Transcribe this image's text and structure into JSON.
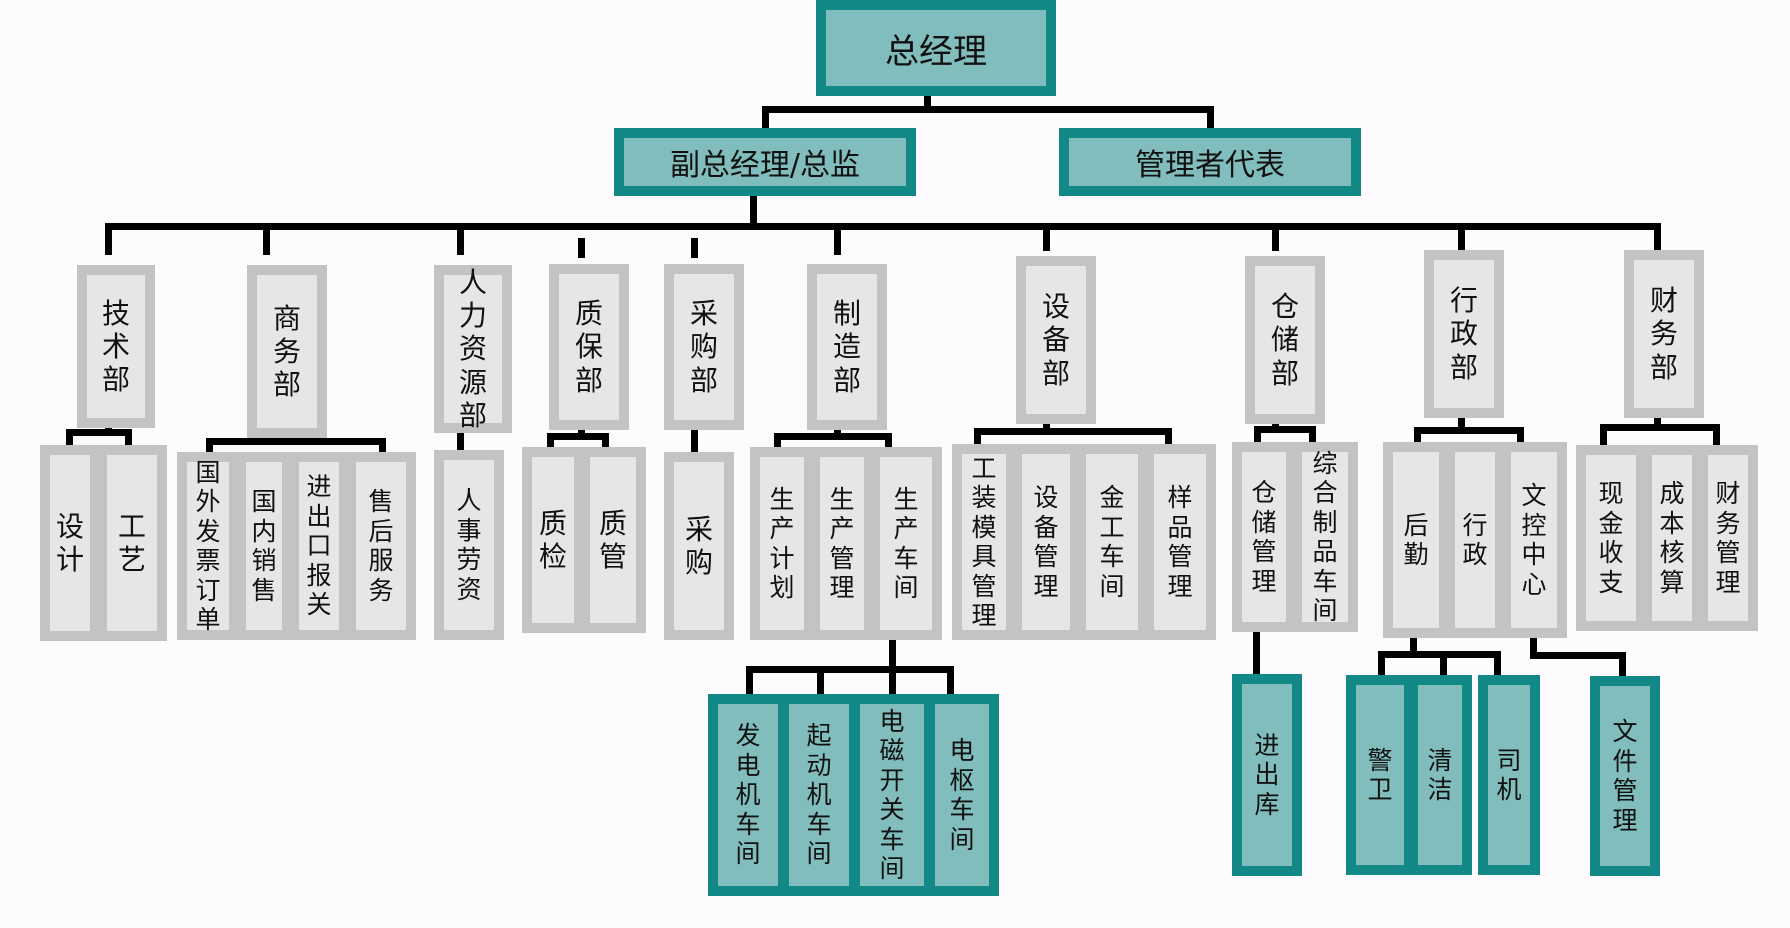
{
  "diagram": {
    "top": "总经理",
    "level2": [
      "副总经理/总监",
      "管理者代表"
    ],
    "departments": [
      {
        "name": "技术部",
        "children": [
          "设计",
          "工艺"
        ]
      },
      {
        "name": "商务部",
        "children": [
          "国外发票订单",
          "国内销售",
          "进出口报关",
          "售后服务"
        ]
      },
      {
        "name": "人力资源部",
        "children": [
          "人事劳资"
        ]
      },
      {
        "name": "质保部",
        "children": [
          "质检",
          "质管"
        ]
      },
      {
        "name": "采购部",
        "children": [
          "采购"
        ]
      },
      {
        "name": "制造部",
        "children": [
          "生产计划",
          "生产管理",
          "生产车间"
        ]
      },
      {
        "name": "设备部",
        "children": [
          "工装模具管理",
          "设备管理",
          "金工车间",
          "样品管理"
        ]
      },
      {
        "name": "仓储部",
        "children": [
          "仓储管理",
          "综合制品车间"
        ]
      },
      {
        "name": "行政部",
        "children": [
          "后勤",
          "行政",
          "文控中心"
        ]
      },
      {
        "name": "财务部",
        "children": [
          "现金收支",
          "成本核算",
          "财务管理"
        ]
      }
    ],
    "workshops": [
      "发电机车间",
      "起动机车间",
      "电磁开关车间",
      "电枢车间"
    ],
    "warehouse_units": [
      "进出库"
    ],
    "logistics_units": [
      "警卫",
      "清洁",
      "司机"
    ],
    "doc_units": [
      "文件管理"
    ],
    "colors": {
      "teal_fill": "#80bdbc",
      "teal_border": "#128987",
      "gray_fill": "#e6e6e6",
      "gray_border": "#c3c3c3",
      "line": "#000000"
    }
  }
}
